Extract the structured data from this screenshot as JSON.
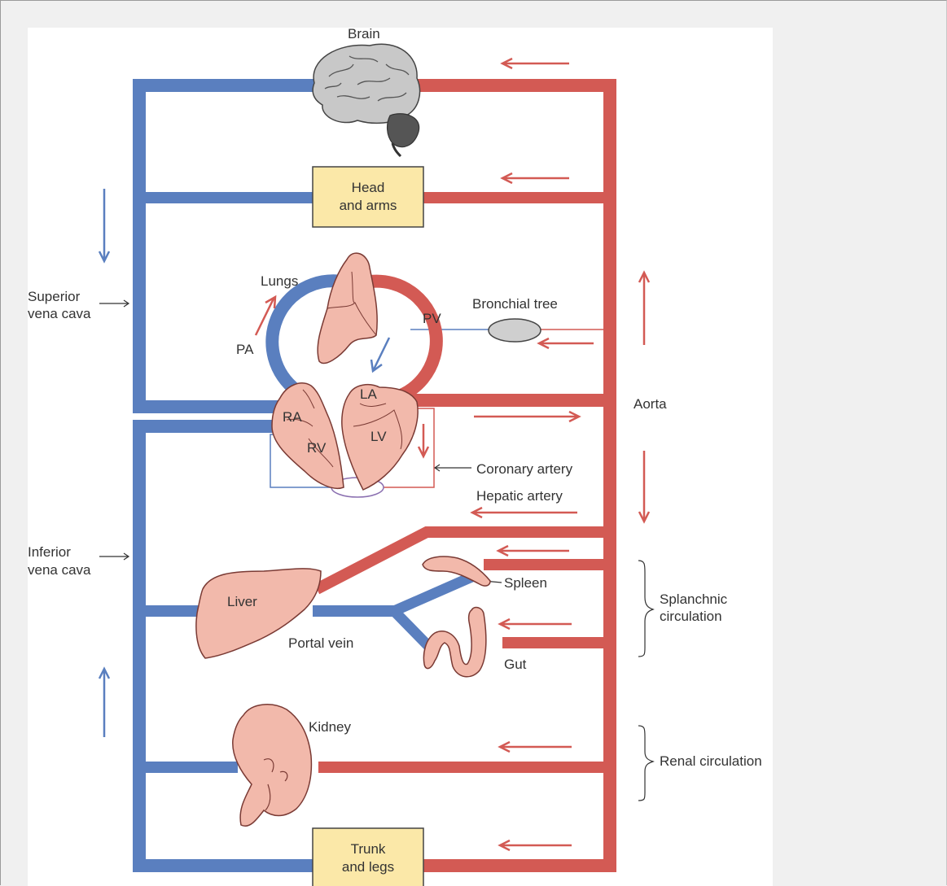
{
  "labels": {
    "brain": "Brain",
    "head_arms_1": "Head",
    "head_arms_2": "and arms",
    "lungs": "Lungs",
    "pa": "PA",
    "pv": "PV",
    "bronchial_tree": "Bronchial tree",
    "superior_vc_1": "Superior",
    "superior_vc_2": "vena cava",
    "ra": "RA",
    "rv": "RV",
    "la": "LA",
    "lv": "LV",
    "aorta": "Aorta",
    "coronary_artery": "Coronary artery",
    "hepatic_artery": "Hepatic artery",
    "inferior_vc_1": "Inferior",
    "inferior_vc_2": "vena cava",
    "liver": "Liver",
    "spleen": "Spleen",
    "splanchnic_1": "Splanchnic",
    "splanchnic_2": "circulation",
    "portal_vein": "Portal vein",
    "gut": "Gut",
    "kidney": "Kidney",
    "renal_circulation": "Renal circulation",
    "trunk_legs_1": "Trunk",
    "trunk_legs_2": "and legs"
  },
  "colors": {
    "venous": "#5a7fbf",
    "arterial": "#d35a54",
    "organ_fill": "#f2b9ab",
    "organ_stroke": "#7a3a34",
    "box_fill": "#fbe8a8",
    "brain_fill": "#c8c8c8"
  }
}
